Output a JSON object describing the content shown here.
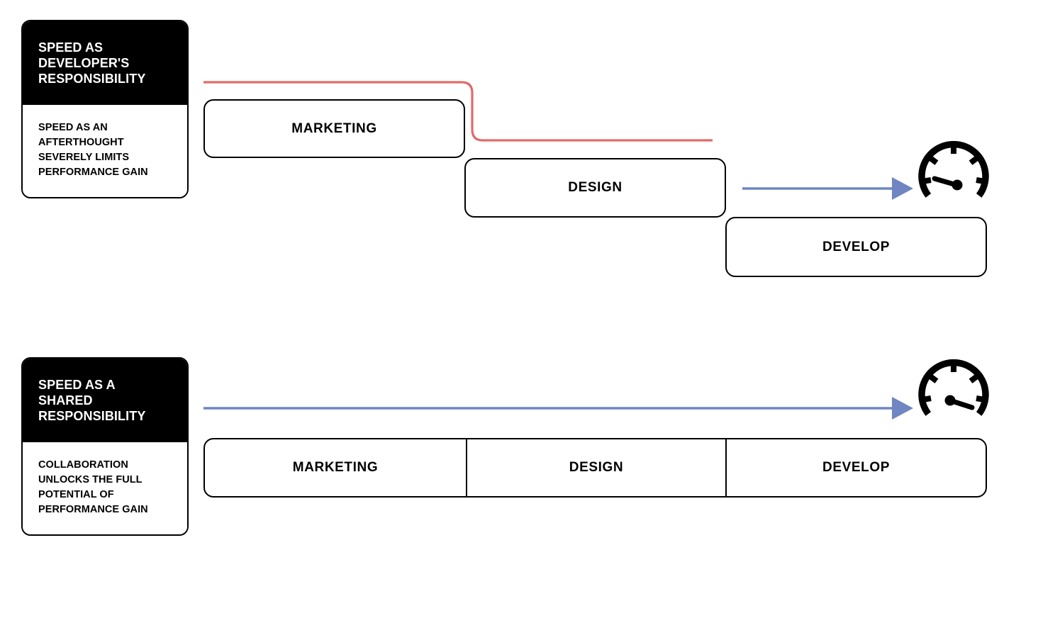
{
  "diagram": {
    "title": "Speed as developer's responsibility vs shared responsibility",
    "colors": {
      "outline": "#000000",
      "header_bg": "#000000",
      "header_text": "#ffffff",
      "page_bg": "#ffffff",
      "red_path": "#e06c6c",
      "blue_arrow": "#6f86c2",
      "gauge": "#000000"
    }
  },
  "sections": [
    {
      "id": "developer-responsibility",
      "card": {
        "header": "SPEED AS\nDEVELOPER'S\nRESPONSIBILITY",
        "body": "SPEED AS AN\nAFTERTHOUGHT\nSEVERELY LIMITS\nPERFORMANCE GAIN"
      },
      "layout": "staggered",
      "stages": [
        {
          "label": "MARKETING"
        },
        {
          "label": "DESIGN"
        },
        {
          "label": "DEVELOP"
        }
      ],
      "gauge": {
        "name": "speedometer-low",
        "needle": "low",
        "ticks": 5
      },
      "connectors": [
        {
          "name": "red-delay-path",
          "color": "#e06c6c",
          "arrowhead": false
        },
        {
          "name": "blue-speed-arrow",
          "color": "#6f86c2",
          "arrowhead": true,
          "length": "short"
        }
      ]
    },
    {
      "id": "shared-responsibility",
      "card": {
        "header": "SPEED AS A\nSHARED\nRESPONSIBILITY",
        "body": "COLLABORATION\nUNLOCKS THE FULL\nPOTENTIAL OF\nPERFORMANCE GAIN"
      },
      "layout": "joined",
      "stages": [
        {
          "label": "MARKETING"
        },
        {
          "label": "DESIGN"
        },
        {
          "label": "DEVELOP"
        }
      ],
      "gauge": {
        "name": "speedometer-high",
        "needle": "high",
        "ticks": 5
      },
      "connectors": [
        {
          "name": "blue-speed-arrow",
          "color": "#6f86c2",
          "arrowhead": true,
          "length": "long"
        }
      ]
    }
  ]
}
